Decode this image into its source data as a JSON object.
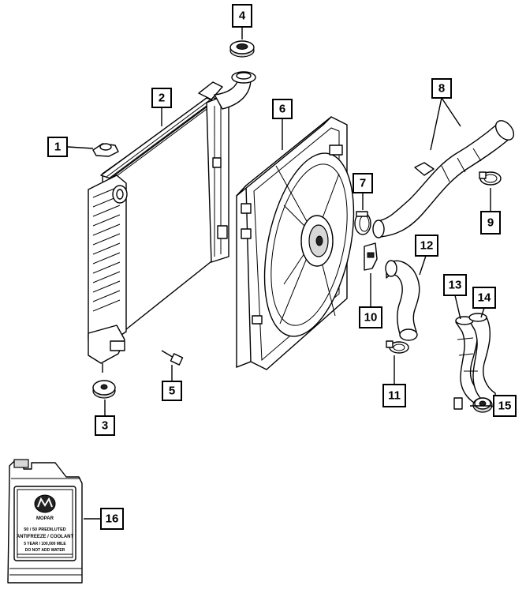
{
  "callouts": [
    {
      "id": "1",
      "label": "1"
    },
    {
      "id": "2",
      "label": "2"
    },
    {
      "id": "3",
      "label": "3"
    },
    {
      "id": "4",
      "label": "4"
    },
    {
      "id": "5",
      "label": "5"
    },
    {
      "id": "6",
      "label": "6"
    },
    {
      "id": "7",
      "label": "7"
    },
    {
      "id": "8",
      "label": "8"
    },
    {
      "id": "9",
      "label": "9"
    },
    {
      "id": "10",
      "label": "10"
    },
    {
      "id": "11",
      "label": "11"
    },
    {
      "id": "12",
      "label": "12"
    },
    {
      "id": "13",
      "label": "13"
    },
    {
      "id": "14",
      "label": "14"
    },
    {
      "id": "15",
      "label": "15"
    },
    {
      "id": "16",
      "label": "16"
    }
  ],
  "jug_label": {
    "brand": "MOPAR",
    "line1": "50 / 50 PREDILUTED",
    "line2": "ANTIFREEZE / COOLANT",
    "line3": "5 YEAR / 100,000 MILE",
    "line4": "DO NOT ADD WATER"
  }
}
